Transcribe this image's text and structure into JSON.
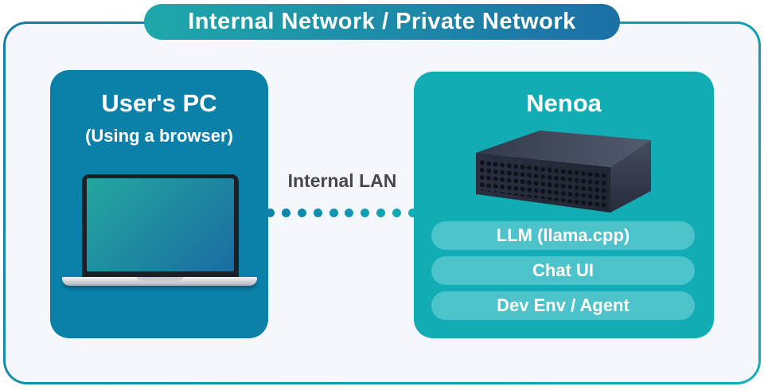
{
  "header": {
    "title": "Internal Network / Private Network"
  },
  "pc_panel": {
    "title": "User's PC",
    "subtitle": "(Using a browser)"
  },
  "connection": {
    "label": "Internal LAN"
  },
  "nenoa_panel": {
    "title": "Nenoa",
    "items": [
      "LLM (llama.cpp)",
      "Chat UI",
      "Dev Env / Agent"
    ]
  },
  "icons": {
    "laptop": "laptop-icon",
    "server": "server-icon"
  },
  "colors": {
    "pc_panel_bg": "#0b80a8",
    "nenoa_panel_bg": "#11acb4",
    "pill_bg": "#4cc3ca",
    "badge_gradient_start": "#1ea8aa",
    "badge_gradient_end": "#1c6fa6",
    "frame_border_start": "#177ca6",
    "frame_border_end": "#12aeb6",
    "frame_fill": "#f4f7fc",
    "lan_label_color": "#474747",
    "dot_gradient_start": "#0f82a8",
    "dot_gradient_end": "#12adb5"
  }
}
